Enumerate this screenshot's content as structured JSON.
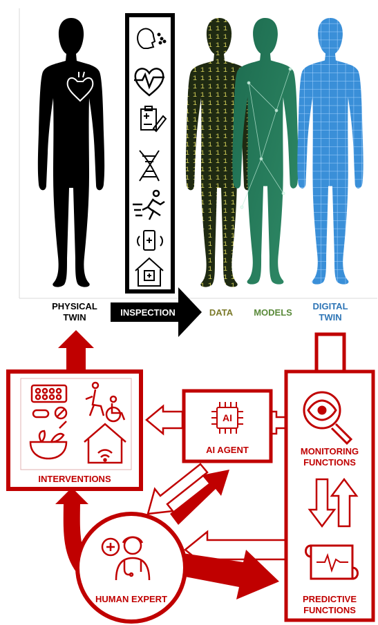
{
  "top": {
    "physical_twin": "PHYSICAL\nTWIN",
    "inspection": "INSPECTION",
    "data": "DATA",
    "models": "MODELS",
    "digital_twin": "DIGITAL\nTWIN"
  },
  "inspection_icons": [
    "face-breathing-icon",
    "heart-rate-icon",
    "clipboard-icon",
    "dna-icon",
    "runner-icon",
    "smartphone-vibrate-icon",
    "smart-home-icon"
  ],
  "bottom": {
    "interventions": "INTERVENTIONS",
    "ai_agent": "AI AGENT",
    "ai_chip_text": "AI",
    "monitoring": "MONITORING\nFUNCTIONS",
    "predictive": "PREDICTIVE\nFUNCTIONS",
    "human_expert": "HUMAN EXPERT"
  },
  "colors": {
    "accent_red": "#c00000",
    "data_olive": "#7b7a2a",
    "models_green": "#2e7d5b",
    "digital_blue": "#2e75b6",
    "black": "#000000"
  }
}
